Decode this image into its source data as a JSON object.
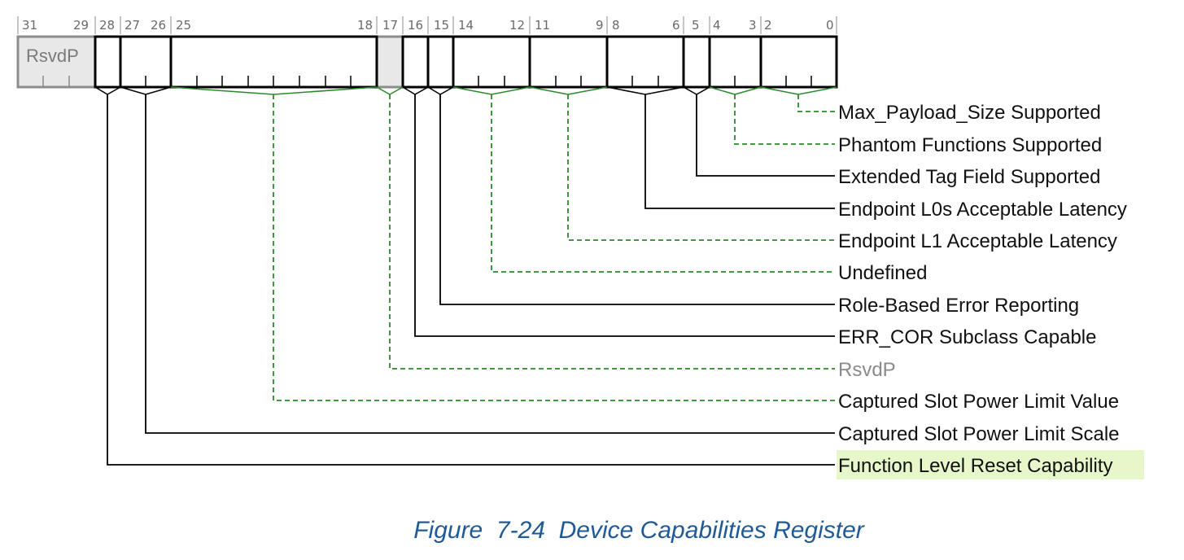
{
  "bit_numbers": [
    "31",
    "29",
    "28",
    "27",
    "26",
    "25",
    "18",
    "17",
    "16",
    "15",
    "14",
    "12",
    "11",
    "9",
    "8",
    "6",
    "5",
    "4",
    "3",
    "2",
    "0"
  ],
  "reserved_box_label": "RsvdP",
  "fields": [
    {
      "name": "Max_Payload_Size Supported",
      "bits": "2:0",
      "style": "dashed"
    },
    {
      "name": "Phantom Functions Supported",
      "bits": "4:3",
      "style": "dashed"
    },
    {
      "name": "Extended Tag Field Supported",
      "bits": "5",
      "style": "solid"
    },
    {
      "name": "Endpoint L0s Acceptable Latency",
      "bits": "8:6",
      "style": "solid"
    },
    {
      "name": "Endpoint L1 Acceptable Latency",
      "bits": "11:9",
      "style": "dashed"
    },
    {
      "name": "Undefined",
      "bits": "14:12",
      "style": "dashed"
    },
    {
      "name": "Role-Based Error Reporting",
      "bits": "15",
      "style": "solid"
    },
    {
      "name": "ERR_COR Subclass Capable",
      "bits": "16",
      "style": "solid"
    },
    {
      "name": "RsvdP",
      "bits": "17",
      "style": "dashed",
      "reserved": true
    },
    {
      "name": "Captured Slot Power Limit Value",
      "bits": "25:18",
      "style": "dashed"
    },
    {
      "name": "Captured Slot Power Limit Scale",
      "bits": "27:26",
      "style": "solid"
    },
    {
      "name": "Function Level Reset Capability",
      "bits": "28",
      "style": "solid",
      "highlighted": true
    }
  ],
  "caption": "Figure  7-24  Device Capabilities Register",
  "colors": {
    "outline": "#000000",
    "green_connector": "#2a8a2a",
    "reserved_fill": "#e8e8e8",
    "reserved_outline": "#8c8c8c",
    "highlight": "#e6f7c9",
    "caption": "#1f5a96"
  }
}
